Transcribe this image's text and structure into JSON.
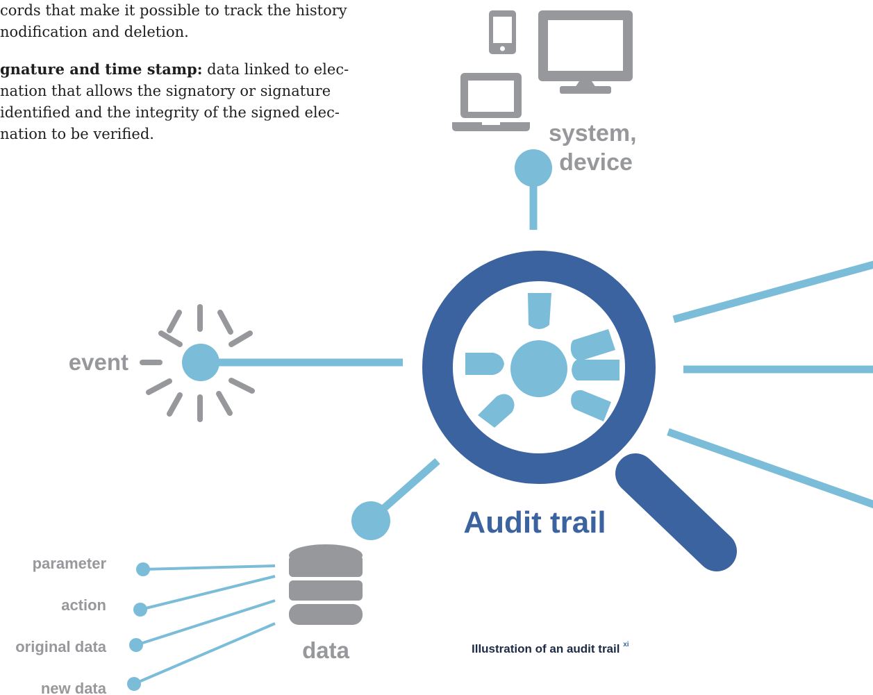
{
  "text": {
    "para1": {
      "line1": "cords that make it possible to track the history",
      "line2": "nodification and deletion."
    },
    "para2": {
      "bold": "gnature and time stamp:",
      "line1_rest": " data linked to elec-",
      "line2": "nation that allows the signatory or signature",
      "line3": "identified and the integrity of the signed elec-",
      "line4": "nation to be verified."
    }
  },
  "diagram": {
    "center_label": "Audit trail",
    "system_label_line1": "system,",
    "system_label_line2": "device",
    "event_label": "event",
    "data_label": "data",
    "data_items": [
      "parameter",
      "action",
      "original data",
      "new data"
    ]
  },
  "caption": {
    "text": "Illustration of an audit trail",
    "ref": "xi"
  },
  "colors": {
    "dark_blue": "#3b63a0",
    "light_blue": "#7bbcd9",
    "gray": "#97989c"
  },
  "icons": [
    "phone-icon",
    "monitor-icon",
    "laptop-icon",
    "burst-icon",
    "database-icon",
    "magnifier-icon"
  ]
}
